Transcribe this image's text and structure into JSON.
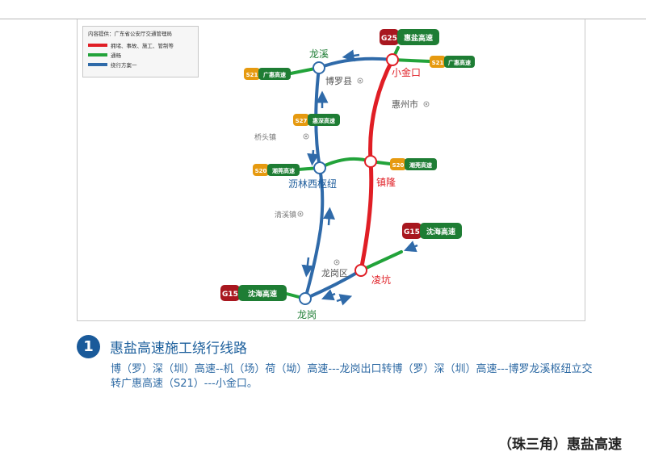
{
  "legend": {
    "source": "内容提供：广东省公安厅交通管理局",
    "items": [
      {
        "label": "拥堵、事故、施工、管制等",
        "color": "#e01e25"
      },
      {
        "label": "通畅",
        "color": "#22a33a"
      },
      {
        "label": "绕行方案一",
        "color": "#2f6aa9"
      }
    ]
  },
  "badges": {
    "g25": {
      "code": "G25",
      "name": "惠盐高速"
    },
    "s21_right": {
      "code": "S21",
      "name": "广惠高速"
    },
    "s21_left": {
      "code": "S21",
      "name": "广惠高速"
    },
    "s27": {
      "code": "S27",
      "name": "惠深高速"
    },
    "s20_left": {
      "code": "S20",
      "name": "潮莞高速"
    },
    "s20_right": {
      "code": "S20",
      "name": "潮莞高速"
    },
    "g15_right": {
      "code": "G15",
      "name": "沈海高速"
    },
    "g15_left": {
      "code": "G15",
      "name": "沈海高速"
    }
  },
  "nodes": {
    "longxi": "龙溪",
    "xiaojinkou": "小金口",
    "zhenlong": "镇隆",
    "lilin": "沥林西枢纽",
    "lingkeng": "凌坑",
    "longgang": "龙岗"
  },
  "places": {
    "boluo": "博罗县",
    "huizhou": "惠州市",
    "qiaotou": "桥头镇",
    "qingxi": "清溪镇",
    "longgang_district": "龙岗区"
  },
  "colors": {
    "congested": "#e01e25",
    "clear": "#22a33a",
    "detour": "#2f6aa9",
    "red_badge": "#a8171f",
    "green_badge": "#1e7d34",
    "orange_badge": "#e69a10",
    "heading_blue": "#1a5a9a"
  },
  "section": {
    "number": "1",
    "title": "惠盐高速施工绕行线路",
    "description": "博（罗）深（圳）高速--机（场）荷（坳）高速---龙岗出口转博（罗）深（圳）高速---博罗龙溪枢纽立交转广惠高速（S21）---小金口。"
  },
  "footer": "（珠三角）惠盐高速"
}
